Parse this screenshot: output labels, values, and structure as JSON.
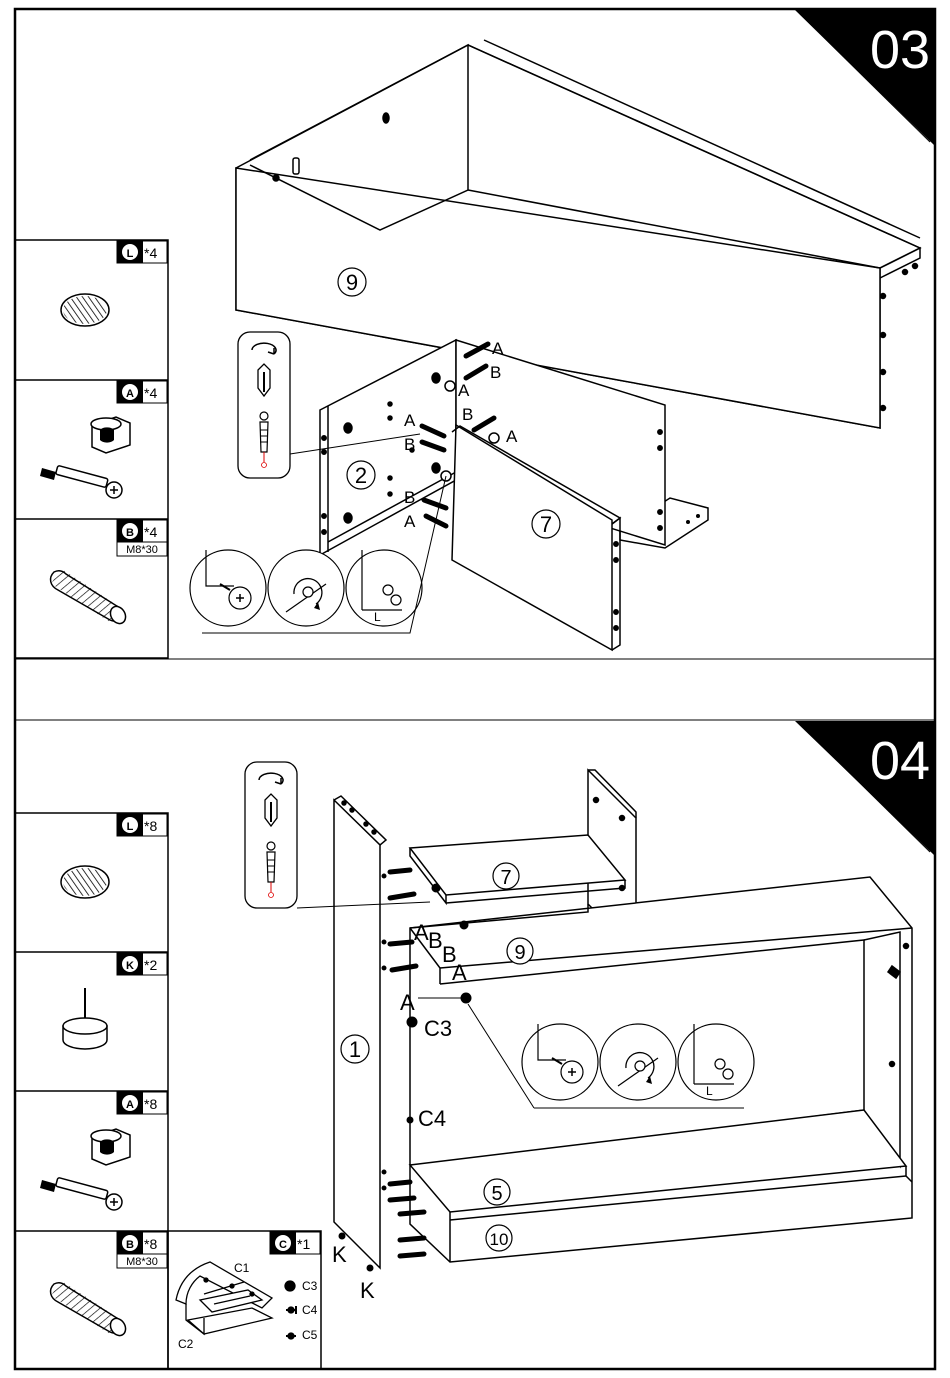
{
  "steps": [
    {
      "number": "03",
      "parts_list": [
        {
          "badge": "L",
          "qty": "*4",
          "icon": "wooden-plug-icon"
        },
        {
          "badge": "A",
          "qty": "*4",
          "icon": "cam-lock-icon"
        },
        {
          "badge": "B",
          "qty": "*4",
          "size": "M8*30",
          "icon": "dowel-icon"
        }
      ],
      "panel_labels": [
        "9",
        "2",
        "7"
      ],
      "hardware_labels": [
        "A",
        "B",
        "A",
        "B",
        "A",
        "A",
        "B",
        "B",
        "A"
      ],
      "detail_mark": "L"
    },
    {
      "number": "04",
      "parts_list": [
        {
          "badge": "L",
          "qty": "*8",
          "icon": "wooden-plug-icon"
        },
        {
          "badge": "K",
          "qty": "*2",
          "icon": "nail-glide-icon"
        },
        {
          "badge": "A",
          "qty": "*8",
          "icon": "cam-lock-icon"
        },
        {
          "badge": "B",
          "qty": "*8",
          "size": "M8*30",
          "icon": "dowel-icon"
        },
        {
          "badge": "C",
          "qty": "*1",
          "icon": "wall-bracket-icon",
          "sub_labels": [
            "C1",
            "C2",
            "C3",
            "C4",
            "C5"
          ]
        }
      ],
      "panel_labels": [
        "7",
        "9",
        "1",
        "5",
        "10"
      ],
      "hardware_labels": [
        "A",
        "B",
        "B",
        "A",
        "A",
        "C3",
        "C4",
        "K",
        "K"
      ],
      "detail_mark": "L"
    }
  ]
}
